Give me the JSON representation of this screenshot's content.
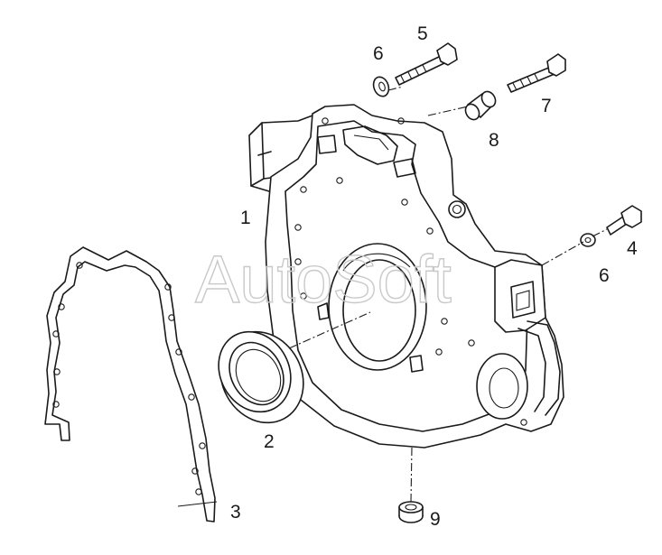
{
  "callouts": {
    "c1": "1",
    "c2": "2",
    "c3": "3",
    "c4": "4",
    "c5": "5",
    "c6a": "6",
    "c6b": "6",
    "c7": "7",
    "c8": "8",
    "c9": "9"
  },
  "watermark": "AutoSoft",
  "colors": {
    "line": "#1a1a1a",
    "watermark": "#c9c9c9",
    "background": "#ffffff"
  }
}
